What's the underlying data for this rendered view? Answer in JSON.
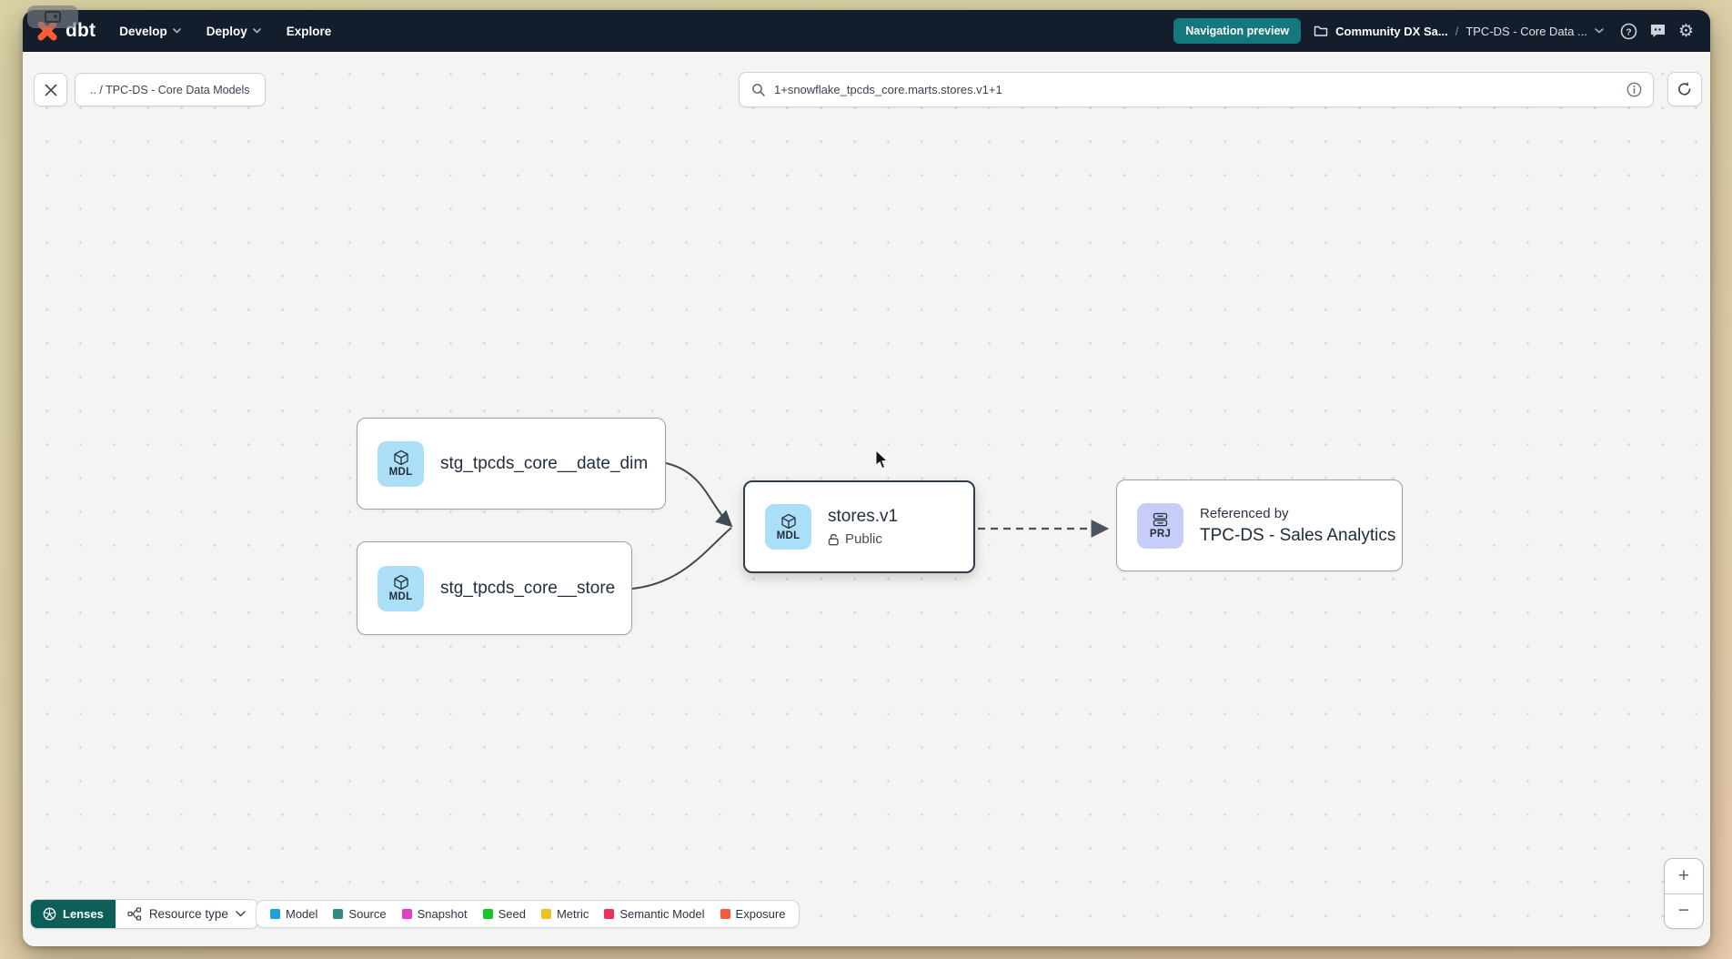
{
  "nav": {
    "logo": "dbt",
    "menu": [
      {
        "label": "Develop"
      },
      {
        "label": "Deploy"
      },
      {
        "label": "Explore"
      }
    ],
    "preview_badge": "Navigation preview",
    "breadcrumb": {
      "org": "Community DX Sa...",
      "sep": "/",
      "project": "TPC-DS - Core Data ..."
    }
  },
  "toolbar": {
    "path_chip": ".. / TPC-DS - Core Data Models",
    "search_value": "1+snowflake_tpcds_core.marts.stores.v1+1"
  },
  "graph": {
    "nodes": {
      "date_dim": {
        "badge": "MDL",
        "label": "stg_tpcds_core__date_dim"
      },
      "store": {
        "badge": "MDL",
        "label": "stg_tpcds_core__store"
      },
      "stores_v1": {
        "badge": "MDL",
        "label": "stores.v1",
        "access": "Public"
      },
      "referenced_project": {
        "badge": "PRJ",
        "title": "Referenced by",
        "label": "TPC-DS - Sales Analytics"
      }
    }
  },
  "footer": {
    "lenses": "Lenses",
    "resource_type": "Resource type",
    "legend": [
      {
        "label": "Model",
        "color": "#1da1e0"
      },
      {
        "label": "Source",
        "color": "#2d8c88"
      },
      {
        "label": "Snapshot",
        "color": "#df3fc0"
      },
      {
        "label": "Seed",
        "color": "#16c42a"
      },
      {
        "label": "Metric",
        "color": "#eec223"
      },
      {
        "label": "Semantic Model",
        "color": "#ea3158"
      },
      {
        "label": "Exposure",
        "color": "#ef5b3c"
      }
    ]
  },
  "zoom_controls": {
    "zoom_in": "+",
    "zoom_out": "−"
  },
  "colors": {
    "nav_bg": "#141d2b",
    "accent_teal": "#14787d",
    "lenses_teal": "#0d5e58",
    "model_badge": "#abdff8",
    "project_badge": "#c5cdf8",
    "edge": "#3f4a57"
  }
}
